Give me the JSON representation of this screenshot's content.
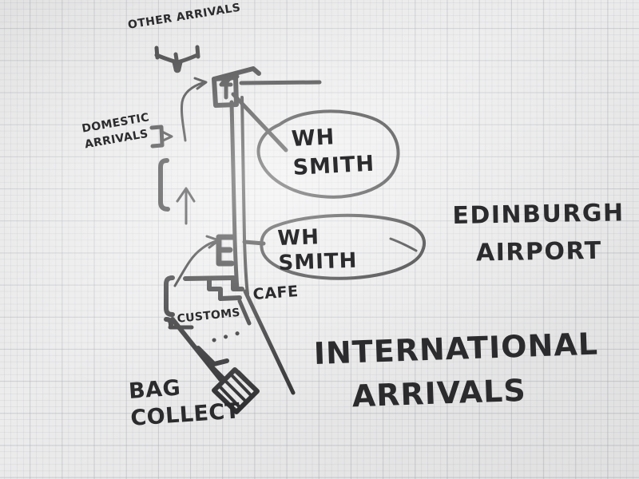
{
  "sketch": {
    "title_main": "EDINBURGH",
    "title_sub": "AIRPORT",
    "heading_line1": "INTERNATIONAL",
    "heading_line2": "ARRIVALS",
    "ink_color": "#2b2b2d",
    "paper_color": "#ececed",
    "grid_color": "#a0a3a8"
  },
  "labels": {
    "other_arrivals": "OTHER ARRIVALS",
    "domestic_arrivals_line1": "DOMESTIC",
    "domestic_arrivals_line2": "ARRIVALS",
    "whsmith_upper_line1": "WH",
    "whsmith_upper_line2": "SMITH",
    "whsmith_lower_line1": "WH",
    "whsmith_lower_line2": "SMITH",
    "cafe": "CAFE",
    "customs": "CUSTOMS",
    "bag_collect_line1": "BAG",
    "bag_collect_line2": "COLLECT"
  },
  "icons": {
    "airplane": "airplane-icon",
    "baggage_carousel": "baggage-carousel-icon",
    "arrow_to_other_arrivals": "curved-arrow-icon",
    "arrow_to_cafe": "curved-arrow-icon",
    "arrow_domestic_up": "up-arrow-icon",
    "arrow_domestic_right": "right-arrow-icon"
  }
}
